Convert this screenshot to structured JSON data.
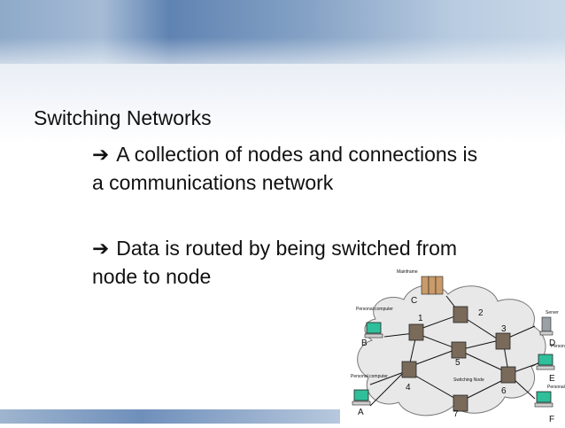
{
  "slide": {
    "heading": "Switching Networks",
    "bullets": [
      {
        "arrow": "➔",
        "text": "A collection of nodes and connections is a communications network"
      },
      {
        "arrow": "➔",
        "text": "Data is routed by being switched from node to node"
      }
    ]
  },
  "diagram": {
    "switch_labels": [
      "1",
      "2",
      "3",
      "4",
      "5",
      "6",
      "7"
    ],
    "station_labels": [
      "A",
      "B",
      "C",
      "D",
      "E",
      "F"
    ],
    "captions": {
      "mainframe": "Mainframe",
      "personal_computer": "Personal computer",
      "server": "Server",
      "switching_node": "Switching Node"
    }
  },
  "colors": {
    "banner_blue": "#5f83b2",
    "cloud_fill": "#e8e8e8",
    "cloud_stroke": "#777777",
    "node_fill": "#7a6a5a",
    "monitor_screen": "#2fbf9a"
  }
}
